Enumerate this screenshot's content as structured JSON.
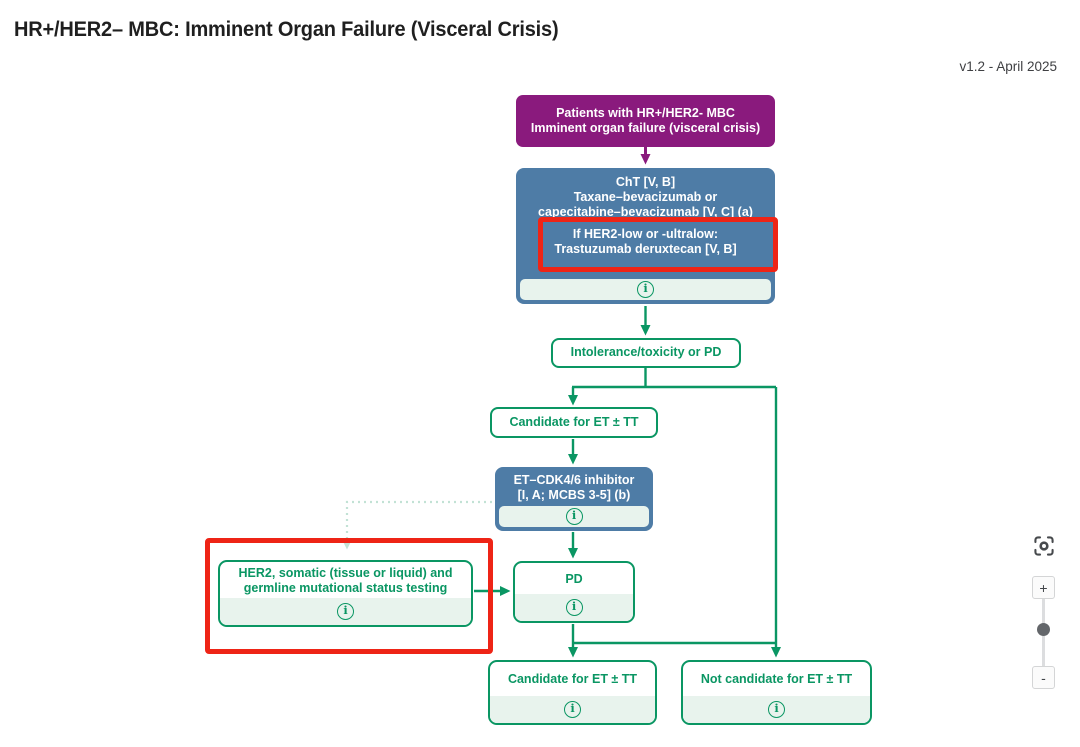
{
  "page": {
    "title": "HR+/HER2– MBC: Imminent Organ Failure (Visceral Crisis)",
    "version": "v1.2 - April 2025"
  },
  "colors": {
    "purple": "#8a1a7d",
    "blue": "#4e7ca6",
    "green": "#0a9663",
    "mint": "#e8f3ed",
    "red": "#ee2416",
    "pale": "#c2e2d5",
    "title_text": "#1f1f1f",
    "muted_text": "#3f4043",
    "ctrl": "#474a4d"
  },
  "flowchart": {
    "patients_box": {
      "line1": "Patients with HR+/HER2- MBC",
      "line2": "Imminent organ failure (visceral crisis)"
    },
    "cht_box": {
      "line1": "ChT [V, B]",
      "line2": "Taxane–bevacizumab or",
      "line3": "capecitabine–bevacizumab [V, C] (a)",
      "highlight_line1": "If HER2-low or -ultralow:",
      "highlight_line2": "Trastuzumab deruxtecan [V, B]"
    },
    "intolerance_box": {
      "label": "Intolerance/toxicity or PD"
    },
    "candidate_box": {
      "label": "Candidate for ET ± TT"
    },
    "cdk_box": {
      "line1": "ET–CDK4/6 inhibitor",
      "line2": "[I, A; MCBS 3-5] (b)"
    },
    "pd_box": {
      "label": "PD"
    },
    "her2_testing_box": {
      "line1": "HER2, somatic (tissue or liquid) and",
      "line2": "germline mutational status testing"
    },
    "candidate_box_2": {
      "label": "Candidate for ET ± TT"
    },
    "not_candidate_box": {
      "label": "Not candidate for ET ± TT"
    },
    "info_glyph": "i"
  },
  "controls": {
    "zoom_in_label": "+",
    "zoom_out_label": "-"
  }
}
